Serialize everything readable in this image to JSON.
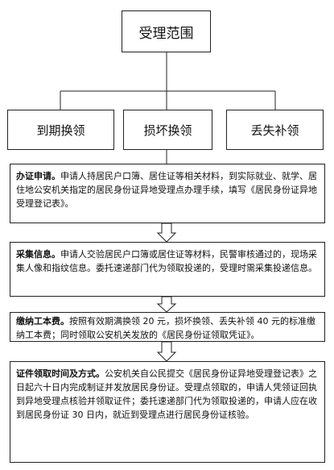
{
  "title": "受理范围",
  "categories": [
    "到期换领",
    "损坏换领",
    "丢失补领"
  ],
  "steps": [
    {
      "heading": "办证申请。",
      "body": "申请人持居民户口簿、居住证等相关材料，到实际就业、就学、居住地公安机关指定的居民身份证异地受理点办理手续，填写《居民身份证异地受理登记表》。"
    },
    {
      "heading": "采集信息。",
      "body": "申请人交验居民户口簿或居住证等材料，民警审核通过的，现场采集人像和指纹信息。委托速递部门代为领取投递的，受理时需采集投递信息。"
    },
    {
      "heading": "缴纳工本费。",
      "body": "按照有效期满换领 20 元，损坏换领、丢失补领 40 元的标准缴纳工本费；同时领取公安机关发放的《居民身份证领取凭证》。"
    },
    {
      "heading": "证件领取时间及方式。",
      "body": "公安机关自公民提交《居民身份证异地受理登记表》之日起六十日内完成制证并发放居民身份证。受理点领取的，申请人凭领证回执到异地受理点核验并领取证件；委托速递部门代为领取投递的，申请人应在收到居民身份证 30 日内，就近到受理点进行居民身份证核验。"
    }
  ]
}
